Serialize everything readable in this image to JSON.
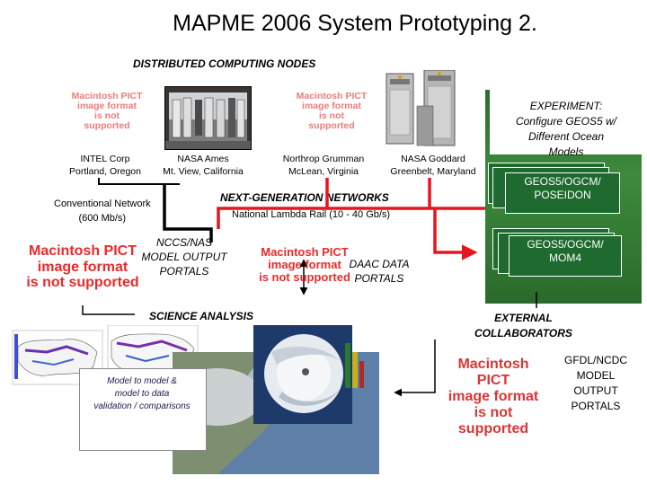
{
  "title": "MAPME 2006 System Prototyping 2.",
  "subtitle": "DISTRIBUTED COMPUTING NODES",
  "pict_placeholder": {
    "line1": "Macintosh PICT",
    "line2": "image format",
    "line3": "is not supported"
  },
  "nodes": {
    "intel": {
      "line1": "INTEL Corp",
      "line2": "Portland, Oregon"
    },
    "nasa_ames": {
      "line1": "NASA Ames",
      "line2": "Mt. View, California"
    },
    "northrop": {
      "line1": "Northrop Grumman",
      "line2": "McLean, Virginia"
    },
    "nasa_goddard": {
      "line1": "NASA Goddard",
      "line2": "Greenbelt, Maryland"
    }
  },
  "experiment": {
    "line1": "EXPERIMENT:",
    "line2": "Configure GEOS5 w/",
    "line3": "Different Ocean",
    "line4": "Models"
  },
  "ocean_models": {
    "poseidon": {
      "line1": "GEOS5/OGCM/",
      "line2": "POSEIDON"
    },
    "mom4": {
      "line1": "GEOS5/OGCM/",
      "line2": "MOM4"
    }
  },
  "networks": {
    "next_gen": "NEXT-GENERATION NETWORKS",
    "lambda": "National Lambda Rail (10 - 40 Gb/s)",
    "conventional_line1": "Conventional Network",
    "conventional_line2": "(600 Mb/s)"
  },
  "nccs": {
    "line1": "NCCS/NAS",
    "line2": "MODEL OUTPUT",
    "line3": "PORTALS"
  },
  "daac": {
    "line1": "DAAC DATA",
    "line2": "PORTALS"
  },
  "science": "SCIENCE ANALYSIS",
  "external": {
    "line1": "EXTERNAL",
    "line2": "COLLABORATORS"
  },
  "gfdl": {
    "line1": "GFDL/NCDC",
    "line2": "MODEL",
    "line3": "OUTPUT",
    "line4": "PORTALS"
  },
  "model_box": {
    "line1": "Model to model &",
    "line2": "model to data",
    "line3": "validation / comparisons"
  },
  "colors": {
    "arrow_red": "#e8141e",
    "box_green": "#2e6b2e",
    "pict_red": "#ea2a2a"
  }
}
